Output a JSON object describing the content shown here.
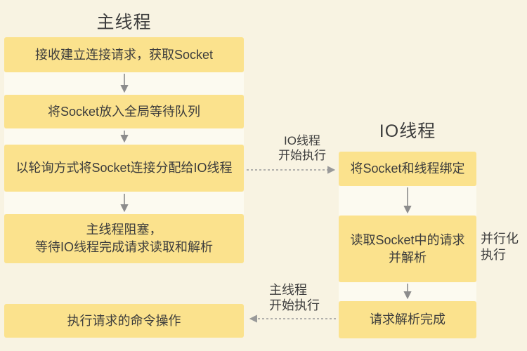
{
  "theme": {
    "background": "#F8F3E2",
    "box_fill": "#FBE28D",
    "gap_strip": "#FCFAF0",
    "text": "#3C3C3C",
    "arrow": "#8C8C8C",
    "dashed_arrow": "#999999"
  },
  "main_thread": {
    "title": "主线程",
    "steps": [
      "接收建立连接请求，获取Socket",
      "将Socket放入全局等待队列",
      "以轮询方式将Socket连接分配给IO线程",
      "主线程阻塞，\n等待IO线程完成请求读取和解析",
      "执行请求的命令操作"
    ]
  },
  "io_thread": {
    "title": "IO线程",
    "steps": [
      "将Socket和线程绑定",
      "读取Socket中的请求\n并解析",
      "请求解析完成"
    ]
  },
  "annotations": {
    "io_start": "IO线程\n开始执行",
    "main_start": "主线程\n开始执行",
    "parallel": "并行化\n执行"
  }
}
